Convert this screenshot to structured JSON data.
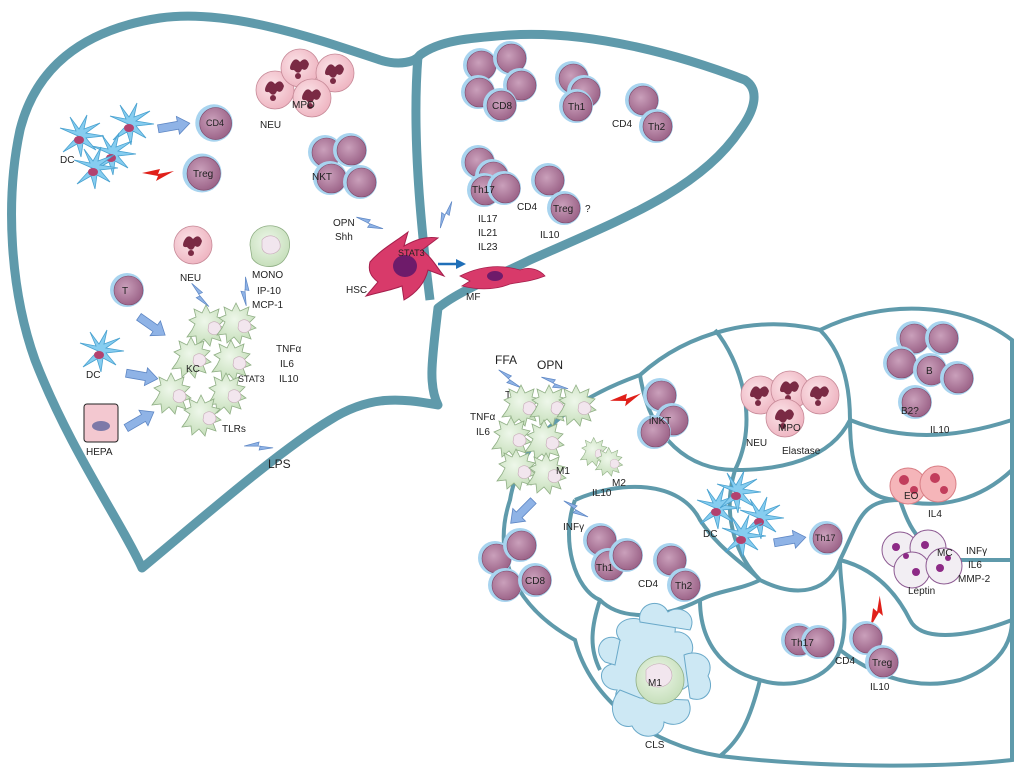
{
  "liver": {
    "cells": {
      "cd4_dc": "CD4",
      "treg": "Treg",
      "neu_top": "NEU",
      "mpo": "MPO",
      "dc": "DC",
      "cd8": "CD8",
      "th1": "Th1",
      "th2": "Th2",
      "cd4_between": "CD4",
      "nkt": "NKT",
      "th17": "Th17",
      "cd4_mid": "CD4",
      "treg_q": "Treg",
      "question": "?",
      "il10": "IL10",
      "il17": "IL17",
      "il21": "IL21",
      "il23": "IL23",
      "opn": "OPN",
      "shh": "Shh",
      "hsc": "HSC",
      "stat3_hsc": "STAT3",
      "mf": "MF",
      "neu_mid": "NEU",
      "mono": "MONO",
      "ip10": "IP-10",
      "mcp1": "MCP-1",
      "t": "T",
      "kc": "KC",
      "stat3_kc": "STAT3",
      "tnfa": "TNFα",
      "il6": "IL6",
      "il10_kc": "IL10",
      "dc_left": "DC",
      "hepa": "HEPA",
      "tlrs": "TLRs",
      "lps": "LPS"
    }
  },
  "adipose": {
    "cells": {
      "ffa": "FFA",
      "opn": "OPN",
      "tlrs": "TLRs",
      "tnfa": "TNFα",
      "il6": "IL6",
      "m1": "M1",
      "m2": "M2",
      "il10": "IL10",
      "inkt": "iNKT",
      "neu": "NEU",
      "mpo": "MPO",
      "elastase": "Elastase",
      "b": "B",
      "b2": "B2?",
      "il10_b": "IL10",
      "eo": "EO",
      "il4": "IL4",
      "infg": "INFγ",
      "cd8": "CD8",
      "th1": "Th1",
      "cd4": "CD4",
      "th2": "Th2",
      "dc": "DC",
      "th17": "Th17",
      "mc": "MC",
      "infg_mc": "INFγ",
      "il6_mc": "IL6",
      "mmp2": "MMP-2",
      "leptin": "Leptin",
      "th17_low": "Th17",
      "cd4_low": "CD4",
      "treg": "Treg",
      "il10_treg": "IL10",
      "m1_cls": "M1",
      "cls": "CLS"
    }
  },
  "colors": {
    "outline": "#5f9aab",
    "lymph_fill": "#b07a9a",
    "lymph_ring": "#9cc8e6",
    "neu_fill": "#f3c8d0",
    "neu_nuc": "#7a2a44",
    "macro_fill": "#d8ecd0",
    "dc_fill": "#7fc6ec",
    "hsc_fill": "#d83a6a",
    "arrow_blue": "#8fb3e6",
    "arrow_red": "#e0201a",
    "cls_fill": "#cde8f4"
  }
}
